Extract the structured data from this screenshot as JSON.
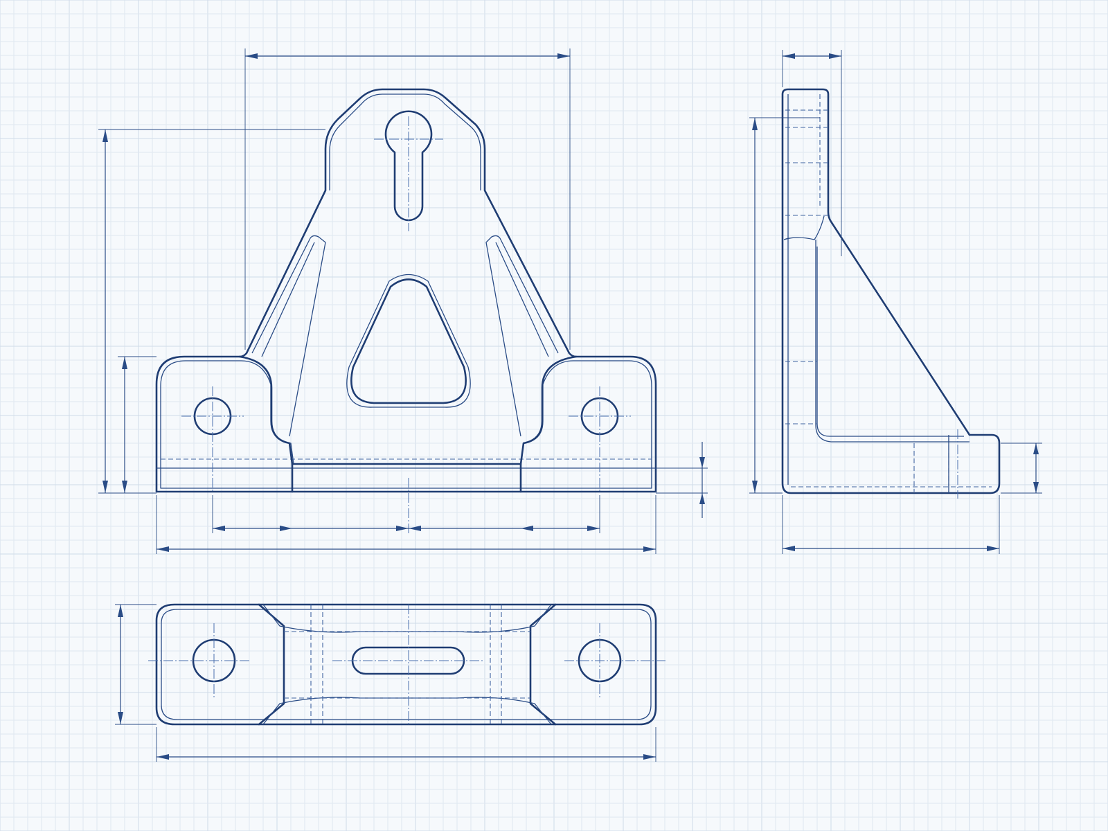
{
  "sheet": {
    "colors": {
      "background": "#f6f9fc",
      "grid": "#dfe7f0",
      "line": "#1f3d73",
      "dimension": "#2a4c86"
    }
  },
  "views": [
    {
      "id": "front",
      "text": ""
    },
    {
      "id": "side",
      "text": ""
    },
    {
      "id": "top",
      "text": ""
    }
  ]
}
